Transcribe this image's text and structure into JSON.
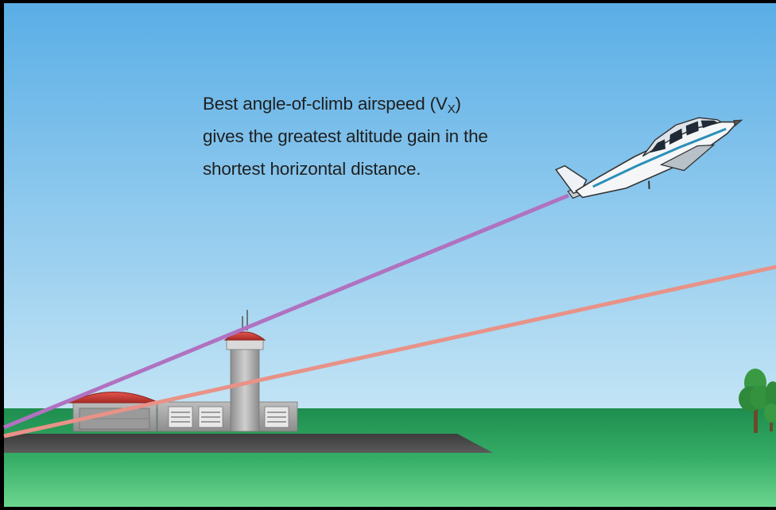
{
  "caption": {
    "line1_pre": "Best angle-of-climb airspeed (V",
    "line1_sub": "X",
    "line1_post": ")",
    "line2": "gives the greatest altitude gain in the",
    "line3": "shortest horizontal distance."
  },
  "colors": {
    "sky_top": "#5baee5",
    "sky_bottom": "#bfe2f5",
    "grass_top": "#1f8f50",
    "grass_bottom": "#5fcf86",
    "runway": "#4a4a4a",
    "vx_path": "#b072c0",
    "vy_path": "#e89288",
    "building_roof": "#d33a34",
    "building_wall": "#a9a9a9",
    "tree": "#2e8a3a"
  }
}
